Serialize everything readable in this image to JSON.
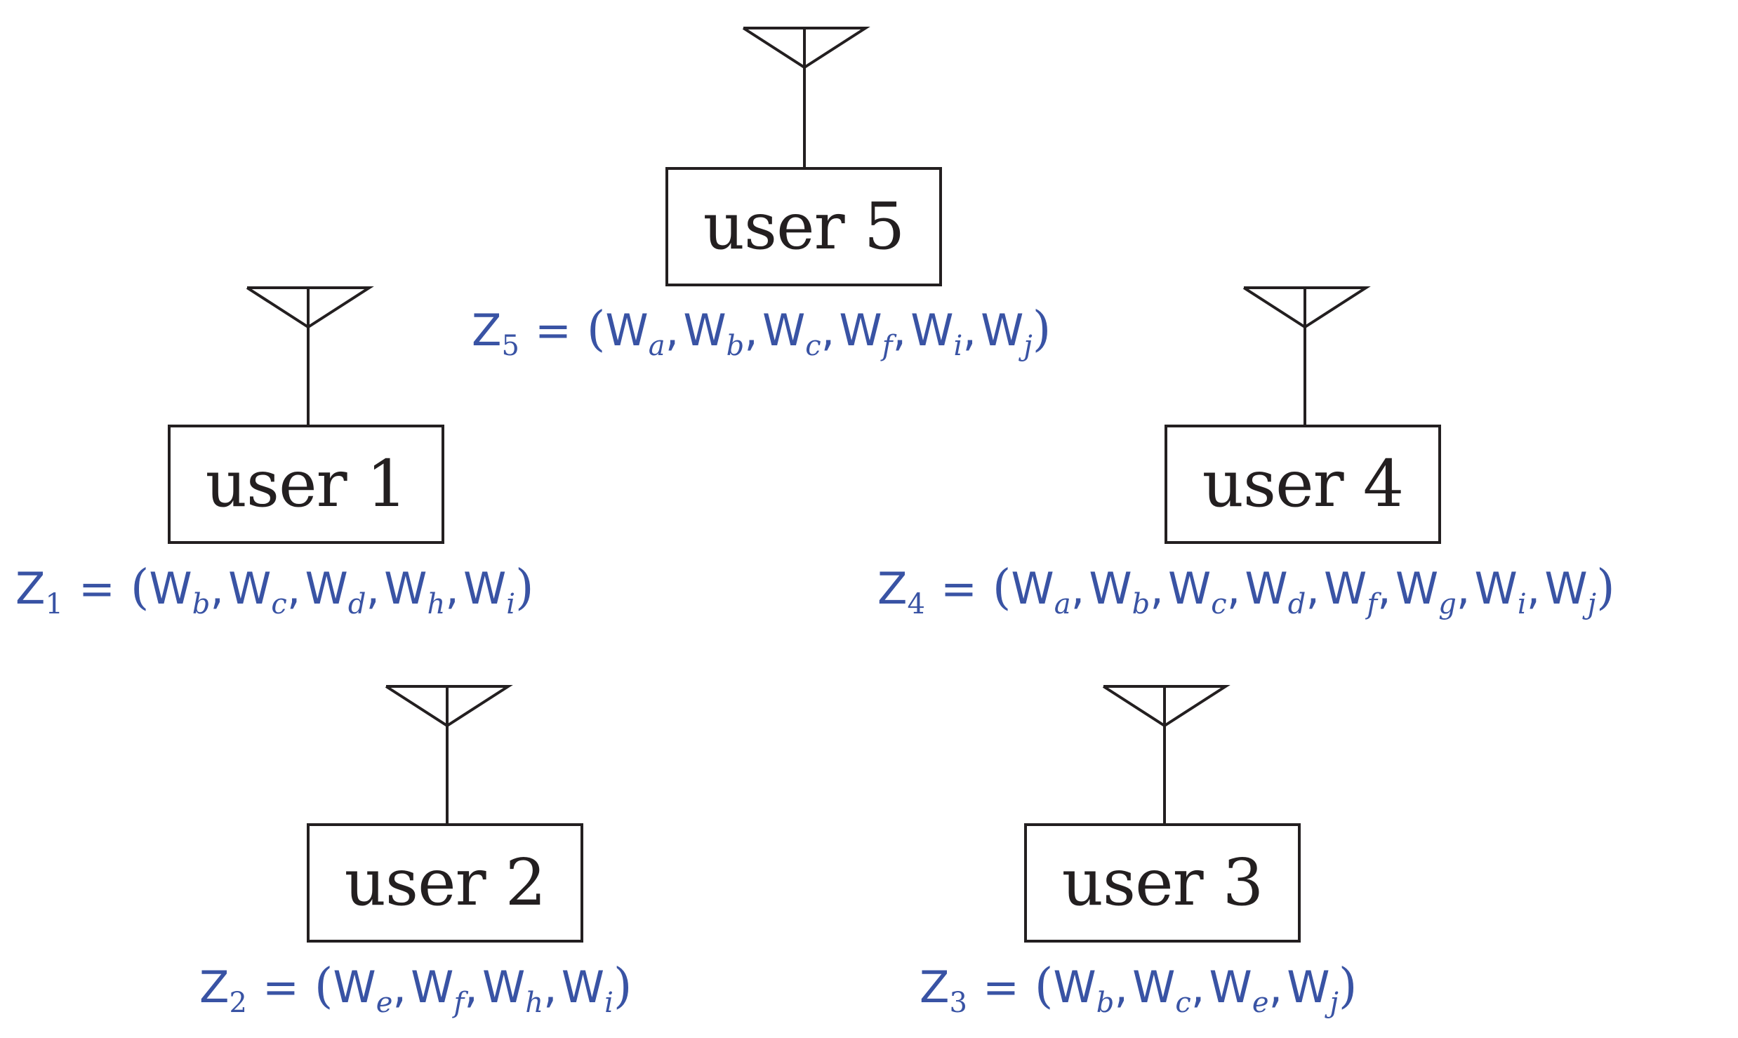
{
  "colors": {
    "ink": "#231f20",
    "cache_text": "#3953a4"
  },
  "icons": {
    "antenna": "antenna-icon"
  },
  "users": [
    {
      "id": "user5",
      "label": "user 5",
      "cache_symbol": "Z",
      "cache_index": "5",
      "equals": "=",
      "files": [
        "a",
        "b",
        "c",
        "f",
        "i",
        "j"
      ]
    },
    {
      "id": "user1",
      "label": "user 1",
      "cache_symbol": "Z",
      "cache_index": "1",
      "equals": "=",
      "files": [
        "b",
        "c",
        "d",
        "h",
        "i"
      ]
    },
    {
      "id": "user4",
      "label": "user 4",
      "cache_symbol": "Z",
      "cache_index": "4",
      "equals": "=",
      "files": [
        "a",
        "b",
        "c",
        "d",
        "f",
        "g",
        "i",
        "j"
      ]
    },
    {
      "id": "user2",
      "label": "user 2",
      "cache_symbol": "Z",
      "cache_index": "2",
      "equals": "=",
      "files": [
        "e",
        "f",
        "h",
        "i"
      ]
    },
    {
      "id": "user3",
      "label": "user 3",
      "cache_symbol": "Z",
      "cache_index": "3",
      "equals": "=",
      "files": [
        "b",
        "c",
        "e",
        "j"
      ]
    }
  ],
  "file_symbol": "W"
}
